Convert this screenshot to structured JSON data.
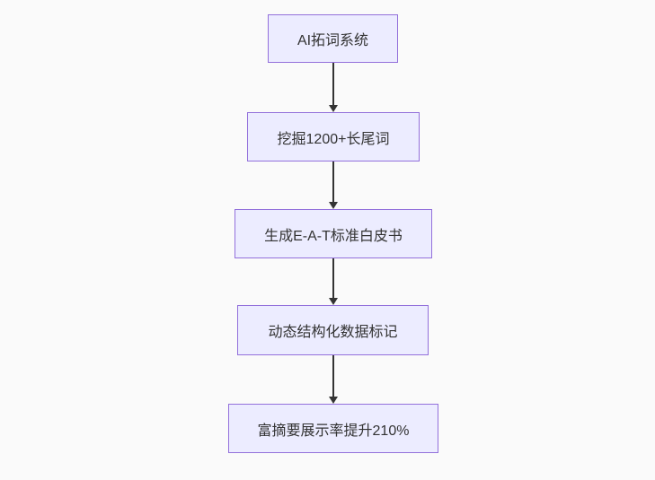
{
  "diagram": {
    "type": "flowchart",
    "direction": "top-down",
    "nodes": [
      {
        "label": "AI拓词系统"
      },
      {
        "label": "挖掘1200+长尾词"
      },
      {
        "label": "生成E-A-T标准白皮书"
      },
      {
        "label": "动态结构化数据标记"
      },
      {
        "label": "富摘要展示率提升210%"
      }
    ],
    "edges": [
      {
        "from": 0,
        "to": 1
      },
      {
        "from": 1,
        "to": 2
      },
      {
        "from": 2,
        "to": 3
      },
      {
        "from": 3,
        "to": 4
      }
    ],
    "colors": {
      "node_fill": "#ECECFF",
      "node_border": "#9370DB",
      "arrow": "#333333",
      "text": "#333333",
      "background": "#FAFAFA"
    }
  }
}
